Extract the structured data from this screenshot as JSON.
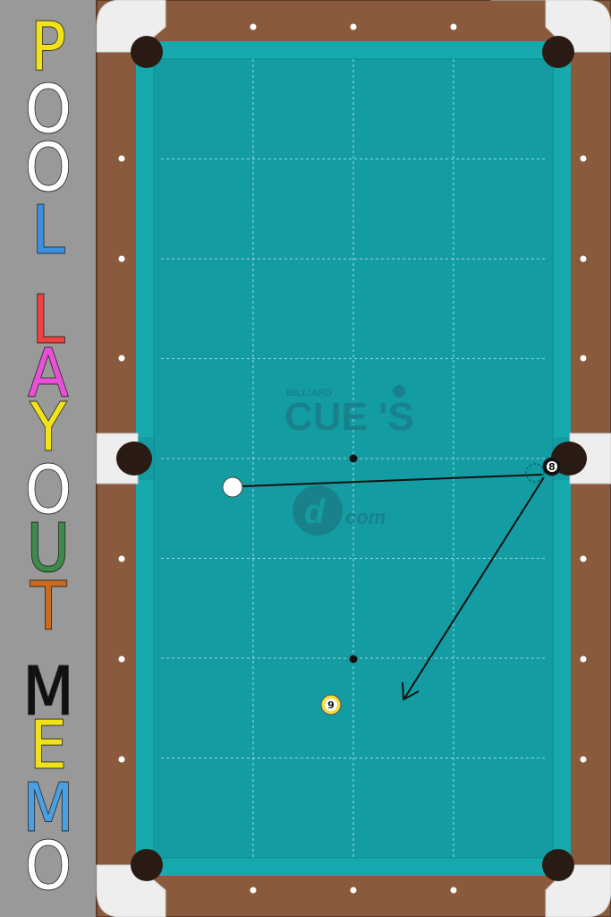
{
  "sidebar": {
    "title_letters": [
      {
        "char": "P",
        "color": "#f2e21a"
      },
      {
        "char": "O",
        "color": "#ffffff"
      },
      {
        "char": "O",
        "color": "#ffffff"
      },
      {
        "char": "L",
        "color": "#3b8fe0"
      },
      {
        "char": "L",
        "color": "#f04040"
      },
      {
        "char": "A",
        "color": "#ea4fd8"
      },
      {
        "char": "Y",
        "color": "#f2e21a"
      },
      {
        "char": "O",
        "color": "#ffffff"
      },
      {
        "char": "U",
        "color": "#3d8a4a"
      },
      {
        "char": "T",
        "color": "#c86a20"
      },
      {
        "char": "M",
        "color": "#111111"
      },
      {
        "char": "E",
        "color": "#f2e21a"
      },
      {
        "char": "M",
        "color": "#4aa0e0"
      },
      {
        "char": "O",
        "color": "#ffffff"
      }
    ]
  },
  "table": {
    "felt_color": "#139da3",
    "cushion_color": "#16a9ae",
    "rail_color": "#8a5a3c",
    "grid": "on",
    "spots": [
      "head-spot",
      "foot-spot"
    ]
  },
  "watermark": {
    "line1": "BILLIARD",
    "line2": "CUE",
    "line3": "'S",
    "com": "com"
  },
  "balls": [
    {
      "id": "cue",
      "label": "",
      "color": "#ffffff"
    },
    {
      "id": "eight",
      "label": "8",
      "color": "#111111"
    },
    {
      "id": "nine",
      "label": "9",
      "color": "#f4dc3c"
    }
  ],
  "shot": {
    "path": [
      "cue ball",
      "8 ball / right side pocket",
      "carom toward 9 ball area"
    ]
  }
}
